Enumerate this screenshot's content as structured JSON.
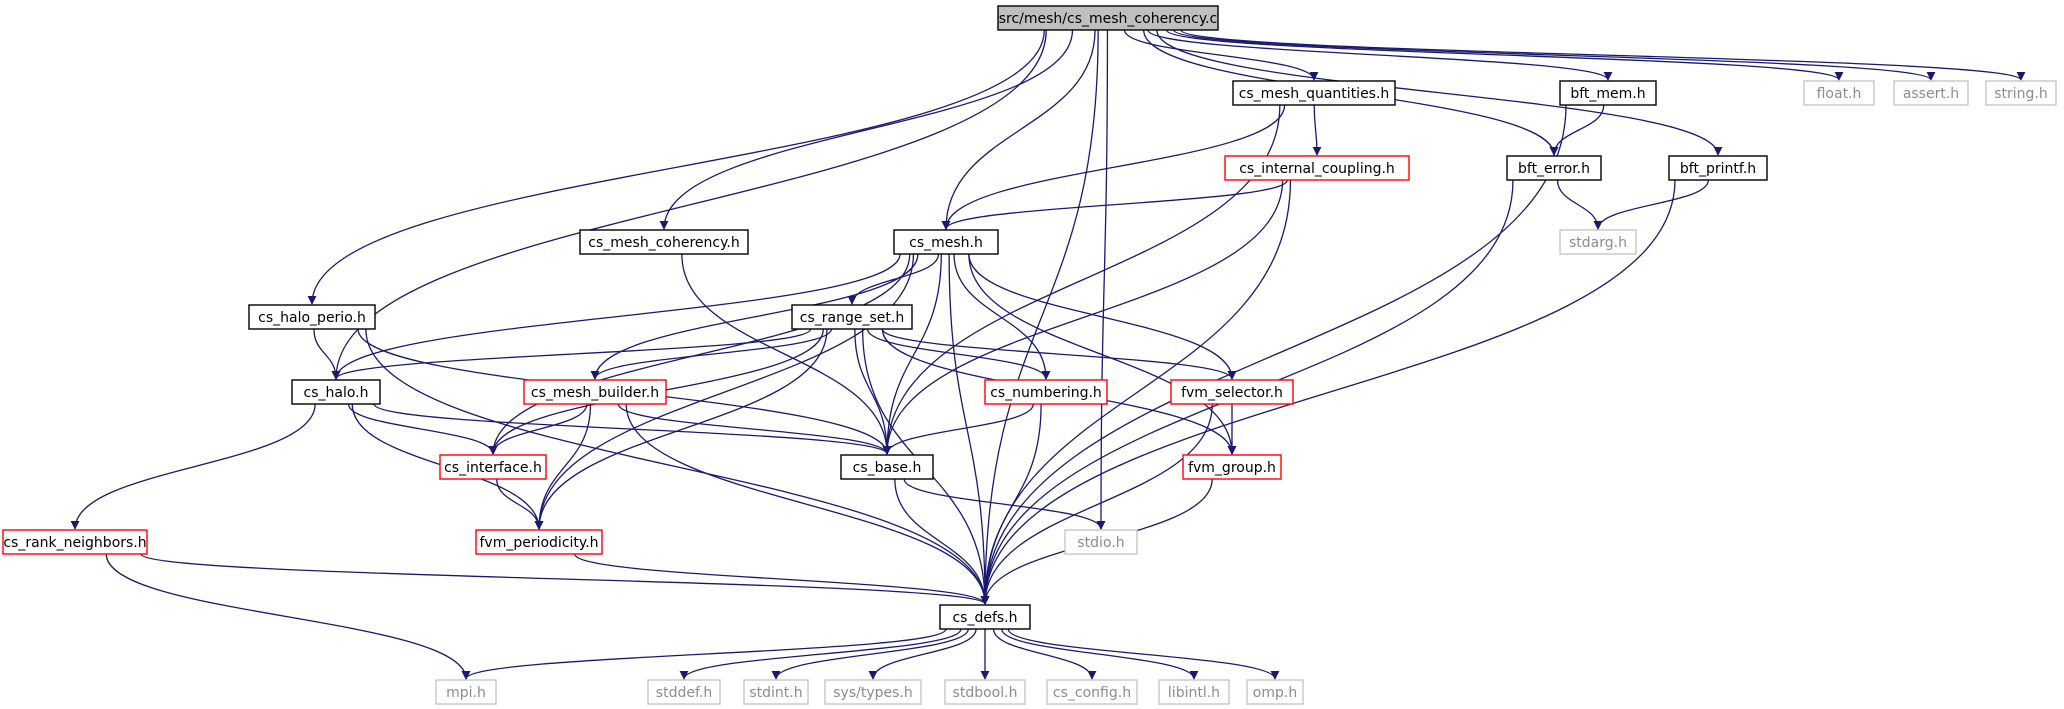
{
  "graph": {
    "root": "src/mesh/cs_mesh_coherency.c",
    "nodes": [
      {
        "id": "root",
        "label": "src/mesh/cs_mesh_coherency.c",
        "style": "root"
      },
      {
        "id": "cs_mesh_quantities",
        "label": "cs_mesh_quantities.h",
        "style": "black"
      },
      {
        "id": "bft_mem",
        "label": "bft_mem.h",
        "style": "black"
      },
      {
        "id": "float",
        "label": "float.h",
        "style": "gray"
      },
      {
        "id": "assert",
        "label": "assert.h",
        "style": "gray"
      },
      {
        "id": "string",
        "label": "string.h",
        "style": "gray"
      },
      {
        "id": "cs_internal_coupling",
        "label": "cs_internal_coupling.h",
        "style": "red"
      },
      {
        "id": "bft_error",
        "label": "bft_error.h",
        "style": "black"
      },
      {
        "id": "bft_printf",
        "label": "bft_printf.h",
        "style": "black"
      },
      {
        "id": "cs_mesh_coherency",
        "label": "cs_mesh_coherency.h",
        "style": "black"
      },
      {
        "id": "cs_mesh",
        "label": "cs_mesh.h",
        "style": "black"
      },
      {
        "id": "stdarg",
        "label": "stdarg.h",
        "style": "gray"
      },
      {
        "id": "cs_halo_perio",
        "label": "cs_halo_perio.h",
        "style": "black"
      },
      {
        "id": "cs_range_set",
        "label": "cs_range_set.h",
        "style": "black"
      },
      {
        "id": "cs_halo",
        "label": "cs_halo.h",
        "style": "black"
      },
      {
        "id": "cs_mesh_builder",
        "label": "cs_mesh_builder.h",
        "style": "red"
      },
      {
        "id": "cs_numbering",
        "label": "cs_numbering.h",
        "style": "red"
      },
      {
        "id": "fvm_selector",
        "label": "fvm_selector.h",
        "style": "red"
      },
      {
        "id": "cs_interface",
        "label": "cs_interface.h",
        "style": "red"
      },
      {
        "id": "cs_base",
        "label": "cs_base.h",
        "style": "black"
      },
      {
        "id": "fvm_group",
        "label": "fvm_group.h",
        "style": "red"
      },
      {
        "id": "cs_rank_neighbors",
        "label": "cs_rank_neighbors.h",
        "style": "red"
      },
      {
        "id": "fvm_periodicity",
        "label": "fvm_periodicity.h",
        "style": "red"
      },
      {
        "id": "stdio",
        "label": "stdio.h",
        "style": "gray"
      },
      {
        "id": "cs_defs",
        "label": "cs_defs.h",
        "style": "black"
      },
      {
        "id": "mpi",
        "label": "mpi.h",
        "style": "gray"
      },
      {
        "id": "stddef",
        "label": "stddef.h",
        "style": "gray"
      },
      {
        "id": "stdint",
        "label": "stdint.h",
        "style": "gray"
      },
      {
        "id": "sys_types",
        "label": "sys/types.h",
        "style": "gray"
      },
      {
        "id": "stdbool",
        "label": "stdbool.h",
        "style": "gray"
      },
      {
        "id": "cs_config",
        "label": "cs_config.h",
        "style": "gray"
      },
      {
        "id": "libintl",
        "label": "libintl.h",
        "style": "gray"
      },
      {
        "id": "omp",
        "label": "omp.h",
        "style": "gray"
      }
    ],
    "edges": [
      [
        "root",
        "cs_mesh_quantities"
      ],
      [
        "root",
        "bft_mem"
      ],
      [
        "root",
        "float"
      ],
      [
        "root",
        "assert"
      ],
      [
        "root",
        "string"
      ],
      [
        "root",
        "bft_error"
      ],
      [
        "root",
        "bft_printf"
      ],
      [
        "root",
        "cs_mesh_coherency"
      ],
      [
        "root",
        "cs_mesh"
      ],
      [
        "root",
        "cs_halo_perio"
      ],
      [
        "root",
        "cs_halo"
      ],
      [
        "root",
        "stdio"
      ],
      [
        "root",
        "cs_defs"
      ],
      [
        "cs_mesh_quantities",
        "cs_internal_coupling"
      ],
      [
        "cs_mesh_quantities",
        "cs_mesh"
      ],
      [
        "cs_mesh_quantities",
        "cs_base"
      ],
      [
        "bft_mem",
        "bft_error"
      ],
      [
        "bft_mem",
        "cs_defs"
      ],
      [
        "bft_error",
        "stdarg"
      ],
      [
        "bft_error",
        "cs_defs"
      ],
      [
        "bft_printf",
        "stdarg"
      ],
      [
        "bft_printf",
        "cs_defs"
      ],
      [
        "cs_internal_coupling",
        "cs_mesh"
      ],
      [
        "cs_internal_coupling",
        "cs_base"
      ],
      [
        "cs_internal_coupling",
        "cs_defs"
      ],
      [
        "cs_mesh_coherency",
        "cs_base"
      ],
      [
        "cs_mesh",
        "cs_range_set"
      ],
      [
        "cs_mesh",
        "cs_halo"
      ],
      [
        "cs_mesh",
        "cs_mesh_builder"
      ],
      [
        "cs_mesh",
        "cs_numbering"
      ],
      [
        "cs_mesh",
        "fvm_selector"
      ],
      [
        "cs_mesh",
        "cs_interface"
      ],
      [
        "cs_mesh",
        "cs_base"
      ],
      [
        "cs_mesh",
        "fvm_group"
      ],
      [
        "cs_mesh",
        "fvm_periodicity"
      ],
      [
        "cs_mesh",
        "cs_defs"
      ],
      [
        "cs_halo_perio",
        "cs_halo"
      ],
      [
        "cs_halo_perio",
        "cs_base"
      ],
      [
        "cs_halo_perio",
        "cs_defs"
      ],
      [
        "cs_range_set",
        "cs_halo"
      ],
      [
        "cs_range_set",
        "cs_mesh_builder"
      ],
      [
        "cs_range_set",
        "cs_numbering"
      ],
      [
        "cs_range_set",
        "fvm_selector"
      ],
      [
        "cs_range_set",
        "cs_interface"
      ],
      [
        "cs_range_set",
        "cs_base"
      ],
      [
        "cs_range_set",
        "fvm_group"
      ],
      [
        "cs_range_set",
        "fvm_periodicity"
      ],
      [
        "cs_range_set",
        "cs_defs"
      ],
      [
        "cs_halo",
        "cs_interface"
      ],
      [
        "cs_halo",
        "cs_base"
      ],
      [
        "cs_halo",
        "fvm_periodicity"
      ],
      [
        "cs_halo",
        "cs_rank_neighbors"
      ],
      [
        "cs_mesh_builder",
        "cs_interface"
      ],
      [
        "cs_mesh_builder",
        "cs_base"
      ],
      [
        "cs_mesh_builder",
        "fvm_periodicity"
      ],
      [
        "cs_mesh_builder",
        "cs_defs"
      ],
      [
        "cs_numbering",
        "cs_base"
      ],
      [
        "cs_numbering",
        "cs_defs"
      ],
      [
        "fvm_selector",
        "fvm_group"
      ],
      [
        "fvm_selector",
        "cs_defs"
      ],
      [
        "cs_interface",
        "fvm_periodicity"
      ],
      [
        "cs_base",
        "stdio"
      ],
      [
        "cs_base",
        "cs_defs"
      ],
      [
        "fvm_group",
        "cs_defs"
      ],
      [
        "fvm_periodicity",
        "cs_defs"
      ],
      [
        "cs_rank_neighbors",
        "mpi"
      ],
      [
        "cs_rank_neighbors",
        "cs_defs"
      ],
      [
        "cs_defs",
        "mpi"
      ],
      [
        "cs_defs",
        "stddef"
      ],
      [
        "cs_defs",
        "stdint"
      ],
      [
        "cs_defs",
        "sys_types"
      ],
      [
        "cs_defs",
        "stdbool"
      ],
      [
        "cs_defs",
        "cs_config"
      ],
      [
        "cs_defs",
        "libintl"
      ],
      [
        "cs_defs",
        "omp"
      ]
    ],
    "colors": {
      "edge": "#191970",
      "box_black": "#000000",
      "box_red": "#ff0000",
      "box_gray": "#bfbfbf",
      "root_fill": "#bfbfbf",
      "gray_text": "#8c8c8c"
    }
  }
}
